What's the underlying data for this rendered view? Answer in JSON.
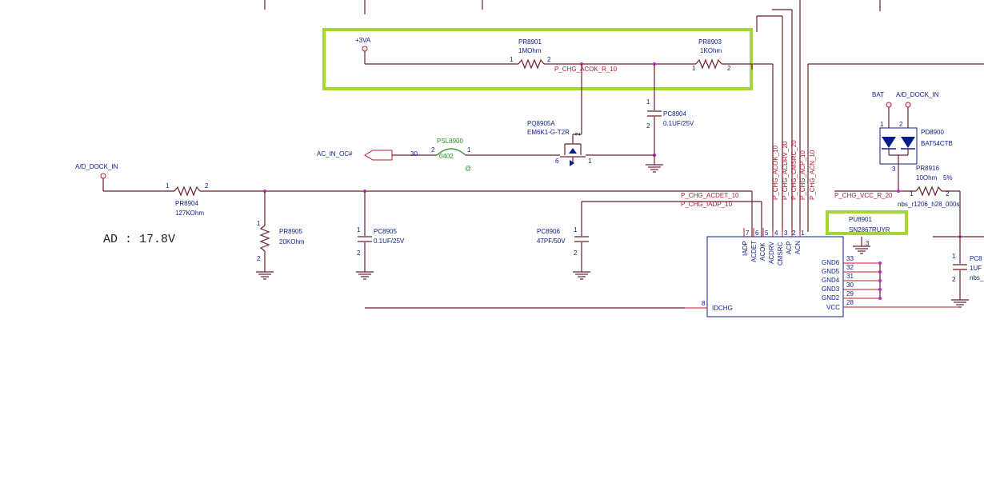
{
  "ad_note": "AD : 17.8V",
  "colors": {
    "wire": "#6e1e2a",
    "pin": "#c0182a",
    "label_blue": "#0b1d8a",
    "net_red": "#c0182a",
    "green": "#2e8b2e",
    "highlight": "#a4d63a",
    "junction": "#c026c8"
  },
  "power": {
    "v3va": "+3VA",
    "bat": "BAT",
    "dock_top": "A/D_DOCK_IN",
    "dock_left": "A/D_DOCK_IN"
  },
  "nets": {
    "acok_r": "P_CHG_ACOK_R_10",
    "acdet": "P_CHG_ACDET_10",
    "iadp": "P_CHG_IADP_10",
    "vcc_r": "P_CHG_VCC_R_20",
    "acin_oc": "AC_IN_OC#",
    "v_acok": "P_CHG_ACOK_10",
    "v_acdrv": "P_CHG_ACDRV_20",
    "v_cmsrc": "P_CHG_CMSRC_20",
    "v_acp": "P_CHG_ACP_10",
    "v_acn": "P_CHG_ACN_10"
  },
  "parts": {
    "pr8901": {
      "ref": "PR8901",
      "val": "1MOhm",
      "p1": "1",
      "p2": "2"
    },
    "pr8903": {
      "ref": "PR8903",
      "val": "1KOhm",
      "p1": "1",
      "p2": "2"
    },
    "pc8904": {
      "ref": "PC8904",
      "val": "0.1UF/25V",
      "p1": "1",
      "p2": "2"
    },
    "pq8905a": {
      "ref": "PQ8905A",
      "val": "EM6K1-G-T2R",
      "p2": "2",
      "p6": "6",
      "p1": "1"
    },
    "psl8900": {
      "ref": "PSL8900",
      "pkg": "0402",
      "p1": "1",
      "p2": "2",
      "at": "@",
      "port_pin": "30"
    },
    "pr8904": {
      "ref": "PR8904",
      "val": "127KOhm",
      "p1": "1",
      "p2": "2"
    },
    "pr8905": {
      "ref": "PR8905",
      "val": "20KOhm",
      "p1": "1",
      "p2": "2"
    },
    "pc8905": {
      "ref": "PC8905",
      "val": "0.1UF/25V",
      "p1": "1",
      "p2": "2"
    },
    "pc8906": {
      "ref": "PC8906",
      "val": "47PF/50V",
      "p1": "1",
      "p2": "2"
    },
    "pd8900": {
      "ref": "PD8900",
      "val": "BAT54CTB",
      "p1": "1",
      "p2": "2",
      "p3": "3"
    },
    "pr8916": {
      "ref": "PR8916",
      "val": "10Ohm",
      "tol": "5%",
      "fp": "nbs_r1206_h28_000s",
      "p1": "1",
      "p2": "2"
    },
    "pc_right": {
      "ref": "PC8",
      "val": "1UF",
      "fp": "nbs_",
      "p1": "1",
      "p2": "2"
    }
  },
  "ic": {
    "ref": "PU8901",
    "val": "SN2867RUYR",
    "top_pins": [
      {
        "name": "IADP",
        "num": "7"
      },
      {
        "name": "ACDET",
        "num": "6"
      },
      {
        "name": "ACOK",
        "num": "5"
      },
      {
        "name": "ACDRV",
        "num": "4"
      },
      {
        "name": "CMSRC",
        "num": "3"
      },
      {
        "name": "ACP",
        "num": "2"
      },
      {
        "name": "ACN",
        "num": "1"
      }
    ],
    "right_pins": [
      {
        "name": "GND6",
        "num": "33"
      },
      {
        "name": "GND5",
        "num": "32"
      },
      {
        "name": "GND4",
        "num": "31"
      },
      {
        "name": "GND3",
        "num": "30"
      },
      {
        "name": "GND2",
        "num": "29"
      },
      {
        "name": "VCC",
        "num": "28"
      }
    ],
    "left_pin": {
      "name": "IDCHG",
      "num": "8"
    },
    "gnd_pin": "3"
  }
}
